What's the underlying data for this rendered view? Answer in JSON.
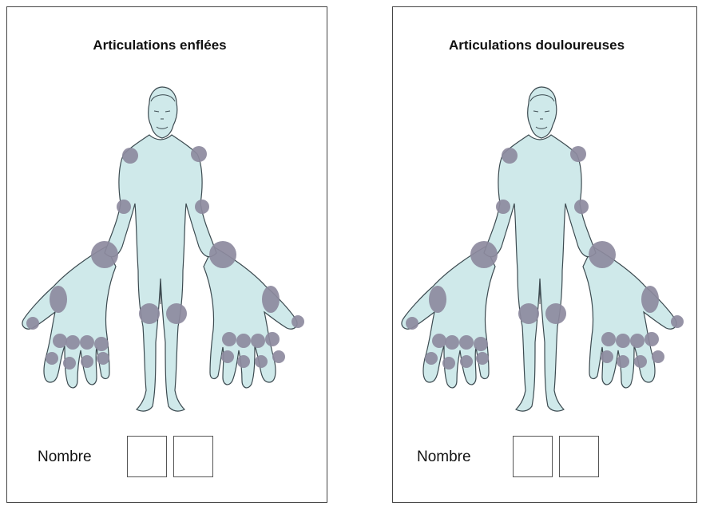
{
  "panels": [
    {
      "title": "Articulations enflées",
      "count_label": "Nombre"
    },
    {
      "title": "Articulations douloureuses",
      "count_label": "Nombre"
    }
  ],
  "colors": {
    "body": "#cfe9ea",
    "outline": "#3c4a50",
    "joint": "#8d8a9e",
    "border": "#444444"
  }
}
